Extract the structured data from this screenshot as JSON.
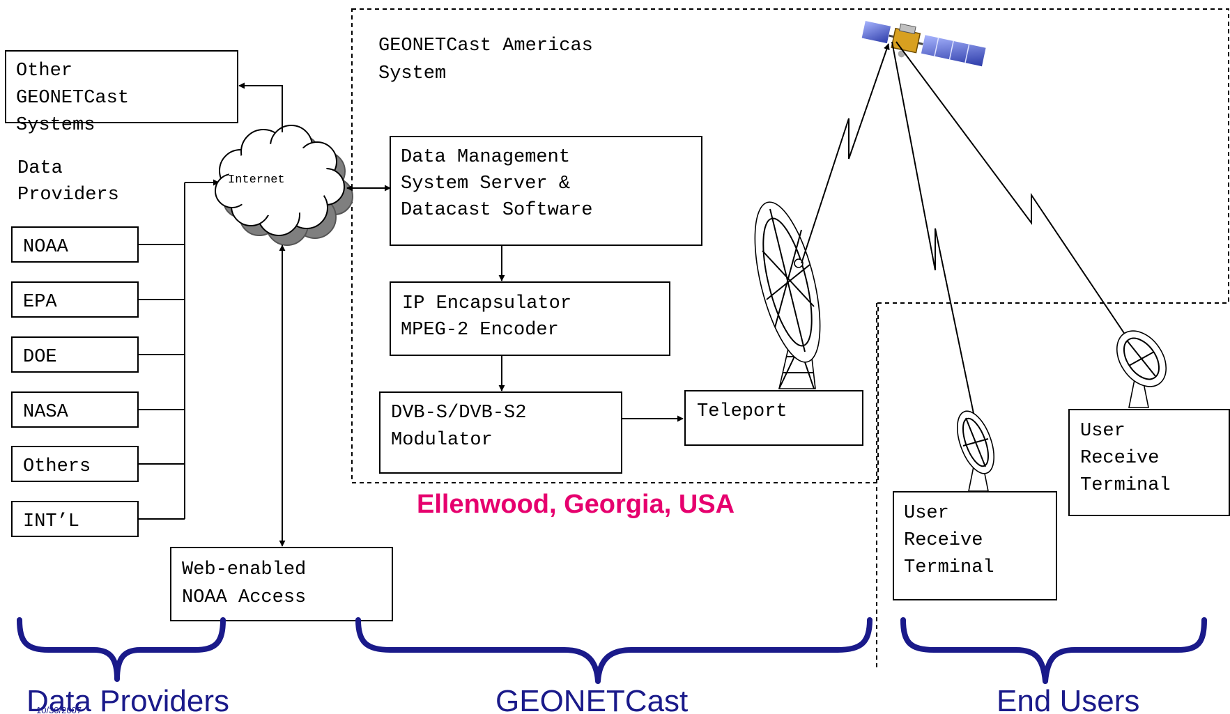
{
  "colors": {
    "location": "#e6006e",
    "brace": "#1a1a8a",
    "cloud": "#7f7f7f"
  },
  "diagram": {
    "other_systems": [
      "Other",
      "GEONETCast",
      "Systems"
    ],
    "data_providers_heading": [
      "Data",
      "Providers"
    ],
    "providers": [
      "NOAA",
      "EPA",
      "DOE",
      "NASA",
      "Others",
      "INT’L"
    ],
    "internet_label": "Internet",
    "geonetcast_system": [
      "GEONETCast Americas",
      "System"
    ],
    "dms_server": [
      "Data Management",
      "System Server &",
      "Datacast Software"
    ],
    "encapsulator": [
      "IP Encapsulator",
      "MPEG-2 Encoder"
    ],
    "modulator": [
      "DVB-S/DVB-S2",
      "Modulator"
    ],
    "teleport": "Teleport",
    "web_access": [
      "Web-enabled",
      "NOAA Access"
    ],
    "location": "Ellenwood, Georgia, USA",
    "user_terminal_1": [
      "User",
      "Receive",
      "Terminal"
    ],
    "user_terminal_2": [
      "User",
      "Receive",
      "Terminal"
    ],
    "icons": [
      "satellite-icon",
      "cloud-icon",
      "teleport-dish-icon",
      "user-dish-icon",
      "user-dish-icon"
    ]
  },
  "groups": {
    "data_providers": "Data Providers",
    "geonetcast": "GEONETCast",
    "end_users": "End Users"
  },
  "footer": {
    "date": "10/30/2007"
  }
}
